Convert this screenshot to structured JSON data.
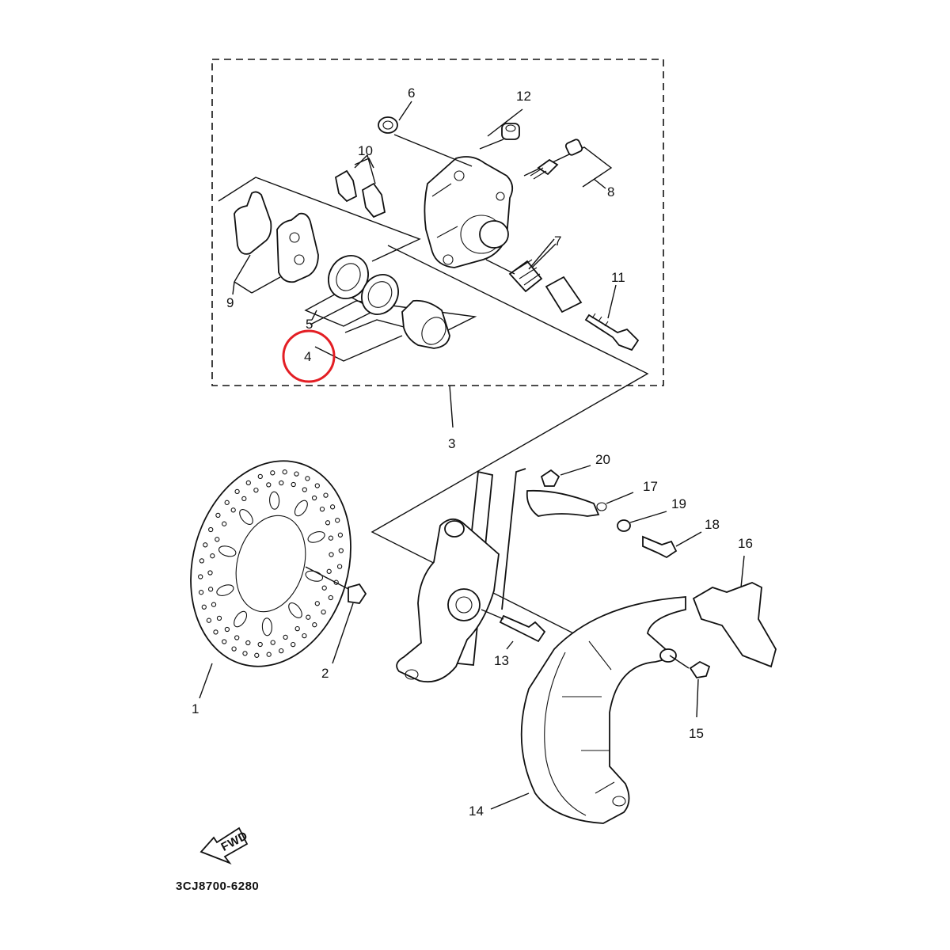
{
  "diagram": {
    "callouts": [
      {
        "id": "1",
        "text": "1"
      },
      {
        "id": "2",
        "text": "2"
      },
      {
        "id": "3",
        "text": "3"
      },
      {
        "id": "4",
        "text": "4"
      },
      {
        "id": "5",
        "text": "5"
      },
      {
        "id": "6",
        "text": "6"
      },
      {
        "id": "7",
        "text": "7"
      },
      {
        "id": "8",
        "text": "8"
      },
      {
        "id": "9",
        "text": "9"
      },
      {
        "id": "10",
        "text": "10"
      },
      {
        "id": "11",
        "text": "11"
      },
      {
        "id": "12",
        "text": "12"
      },
      {
        "id": "13",
        "text": "13"
      },
      {
        "id": "14",
        "text": "14"
      },
      {
        "id": "15",
        "text": "15"
      },
      {
        "id": "16",
        "text": "16"
      },
      {
        "id": "17",
        "text": "17"
      },
      {
        "id": "18",
        "text": "18"
      },
      {
        "id": "19",
        "text": "19"
      },
      {
        "id": "20",
        "text": "20"
      }
    ],
    "direction_arrow_text": "FWD",
    "diagram_code": "3CJ8700-6280",
    "highlight": {
      "target": "4",
      "color": "#e31e24"
    },
    "line_color": "#111111"
  }
}
